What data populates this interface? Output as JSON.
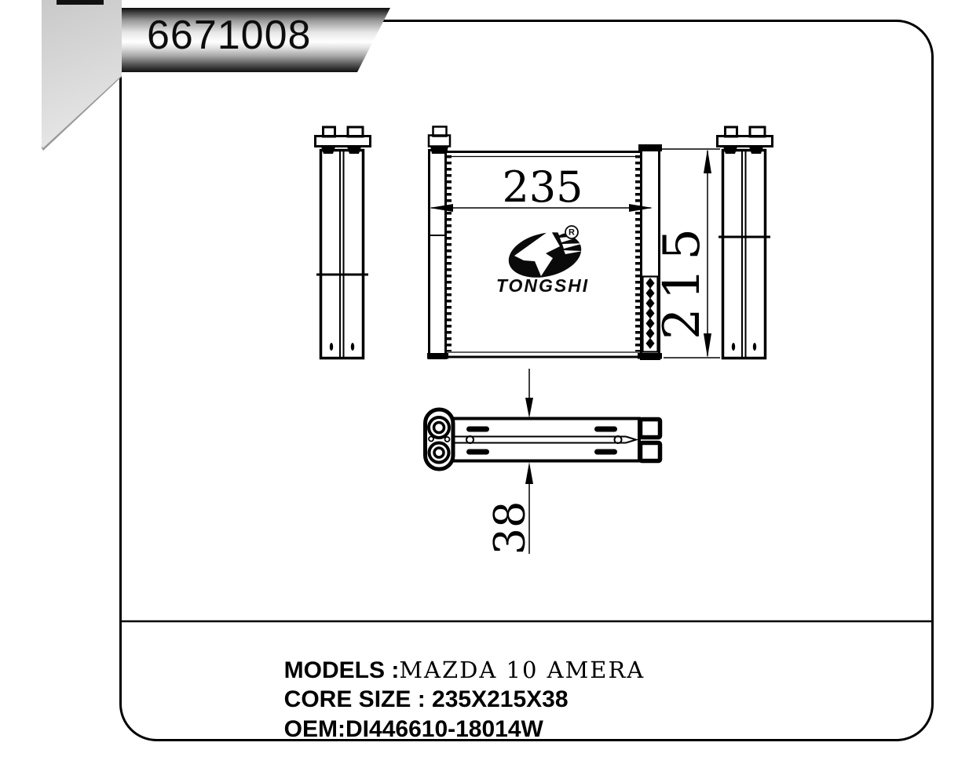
{
  "title_banner": {
    "part_number": "6671008"
  },
  "logo": {
    "brand": "TONGSHI",
    "registered_symbol": "R"
  },
  "dimensions": {
    "core_width": "235",
    "core_height": "215",
    "core_depth": "38"
  },
  "specs": {
    "models": {
      "label": "MODELS",
      "separator": " :",
      "value": "MAZDA 10 AMERA"
    },
    "core_size": {
      "label": "CORE SIZE",
      "separator": " : ",
      "value": "235X215X38"
    },
    "oem": {
      "label": "OEM",
      "separator": ":",
      "value": "DI446610-18014W"
    }
  },
  "colors": {
    "line": "#000000",
    "background": "#ffffff",
    "banner_text": "#0d0d0d",
    "ribbon_grey": "#d6d6d6"
  }
}
